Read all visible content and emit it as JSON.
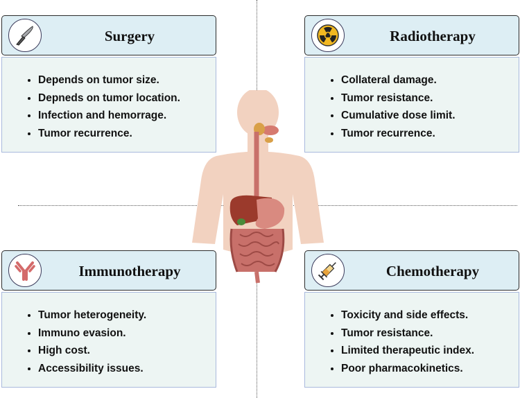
{
  "panels": {
    "surgery": {
      "title": "Surgery",
      "icon": "scalpel-icon",
      "items": [
        "Depends on tumor size.",
        "Depneds on tumor location.",
        "Infection and hemorrage.",
        "Tumor recurrence."
      ]
    },
    "radiotherapy": {
      "title": "Radiotherapy",
      "icon": "radiation-icon",
      "items": [
        "Collateral damage.",
        "Tumor resistance.",
        "Cumulative dose limit.",
        "Tumor recurrence."
      ]
    },
    "immunotherapy": {
      "title": "Immunotherapy",
      "icon": "antibody-icon",
      "items": [
        "Tumor heterogeneity.",
        "Immuno evasion.",
        "High cost.",
        "Accessibility issues."
      ]
    },
    "chemotherapy": {
      "title": "Chemotherapy",
      "icon": "syringe-icon",
      "items": [
        "Toxicity and side effects.",
        "Tumor resistance.",
        "Limited therapeutic index.",
        "Poor pharmacokinetics."
      ]
    }
  },
  "colors": {
    "header_fill": "#ddeef4",
    "body_fill": "#edf5f3",
    "body_border": "#a9b9dd",
    "skin": "#f2d2c0",
    "gi_tract": "#c8706a"
  }
}
